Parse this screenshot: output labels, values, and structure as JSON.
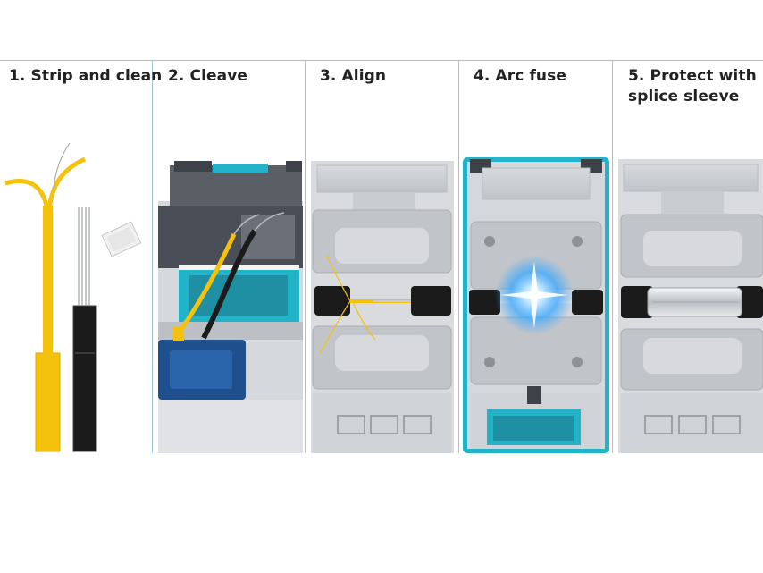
{
  "steps": [
    {
      "label": "1. Strip and clean"
    },
    {
      "label": "2. Cleave"
    },
    {
      "label": "3. Align"
    },
    {
      "label": "4. Arc fuse",
      "highlighted": true
    },
    {
      "label_line1": "5. Protect with",
      "label_line2": "splice sleeve"
    }
  ],
  "colors": {
    "accent": "#23b3c9",
    "fiber_yellow": "#f4c20d",
    "fiber_black": "#1b1b1b",
    "machine_grey": "#c9ccd1",
    "machine_dark": "#4a4f57",
    "arc_blue": "#3aa8ff",
    "clamp_blue": "#1f4f8c"
  }
}
